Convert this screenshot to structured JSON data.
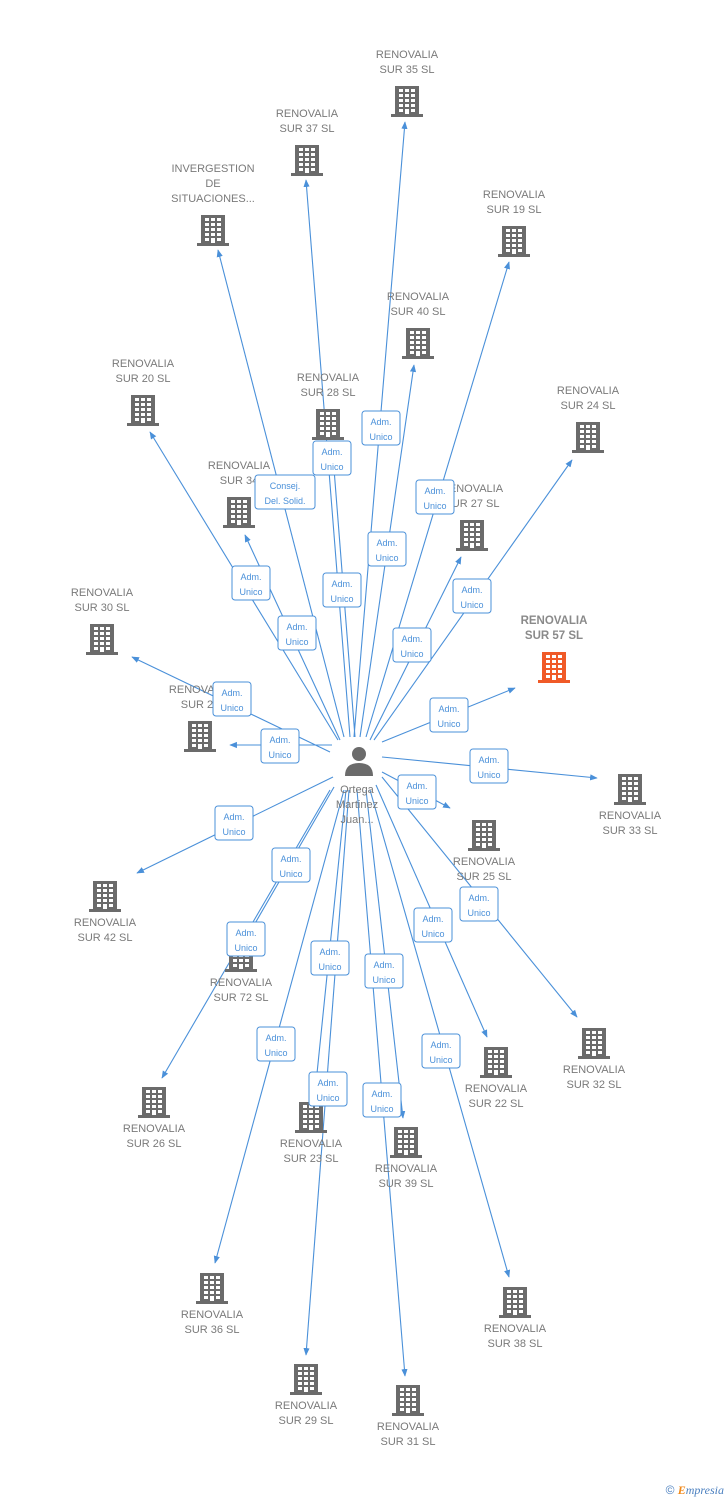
{
  "colors": {
    "edge": "#4a90d9",
    "building": "#6b6b6b",
    "building_highlight": "#f05a28",
    "label": "#7a7a7a"
  },
  "center": {
    "icon": "person-icon",
    "lines": [
      "Ortega",
      "Martinez",
      "Juan..."
    ]
  },
  "companies": [
    {
      "id": "sur35",
      "lines": [
        "RENOVALIA",
        "SUR 35  SL"
      ],
      "label_pos": "above",
      "highlight": false
    },
    {
      "id": "sur37",
      "lines": [
        "RENOVALIA",
        "SUR 37  SL"
      ],
      "label_pos": "above",
      "highlight": false
    },
    {
      "id": "invergestion",
      "lines": [
        "INVERGESTION",
        "DE",
        "SITUACIONES..."
      ],
      "label_pos": "above",
      "highlight": false
    },
    {
      "id": "sur19",
      "lines": [
        "RENOVALIA",
        "SUR 19  SL"
      ],
      "label_pos": "above",
      "highlight": false
    },
    {
      "id": "sur40",
      "lines": [
        "RENOVALIA",
        "SUR 40  SL"
      ],
      "label_pos": "above",
      "highlight": false
    },
    {
      "id": "sur20",
      "lines": [
        "RENOVALIA",
        "SUR 20  SL"
      ],
      "label_pos": "above",
      "highlight": false
    },
    {
      "id": "sur28",
      "lines": [
        "RENOVALIA",
        "SUR 28  SL"
      ],
      "label_pos": "above",
      "highlight": false
    },
    {
      "id": "sur24",
      "lines": [
        "RENOVALIA",
        "SUR 24  SL"
      ],
      "label_pos": "above",
      "highlight": false
    },
    {
      "id": "sur34",
      "lines": [
        "RENOVALIA",
        "SUR 34"
      ],
      "label_pos": "above",
      "highlight": false
    },
    {
      "id": "sur27",
      "lines": [
        "RENOVALIA",
        "SUR 27  SL"
      ],
      "label_pos": "above",
      "highlight": false
    },
    {
      "id": "sur30",
      "lines": [
        "RENOVALIA",
        "SUR 30  SL"
      ],
      "label_pos": "above",
      "highlight": false
    },
    {
      "id": "sur57",
      "lines": [
        "RENOVALIA",
        "SUR 57  SL"
      ],
      "label_pos": "above",
      "highlight": true
    },
    {
      "id": "sur21",
      "lines": [
        "RENOVALIA",
        "SUR 21"
      ],
      "label_pos": "above",
      "highlight": false
    },
    {
      "id": "sur33",
      "lines": [
        "RENOVALIA",
        "SUR 33  SL"
      ],
      "label_pos": "below",
      "highlight": false
    },
    {
      "id": "sur25",
      "lines": [
        "RENOVALIA",
        "SUR 25  SL"
      ],
      "label_pos": "below",
      "highlight": false
    },
    {
      "id": "sur42",
      "lines": [
        "RENOVALIA",
        "SUR 42  SL"
      ],
      "label_pos": "below",
      "highlight": false
    },
    {
      "id": "sur72",
      "lines": [
        "RENOVALIA",
        "SUR 72  SL"
      ],
      "label_pos": "below",
      "highlight": false
    },
    {
      "id": "sur32",
      "lines": [
        "RENOVALIA",
        "SUR 32  SL"
      ],
      "label_pos": "below",
      "highlight": false
    },
    {
      "id": "sur22",
      "lines": [
        "RENOVALIA",
        "SUR 22  SL"
      ],
      "label_pos": "below",
      "highlight": false
    },
    {
      "id": "sur26",
      "lines": [
        "RENOVALIA",
        "SUR 26  SL"
      ],
      "label_pos": "below",
      "highlight": false
    },
    {
      "id": "sur23",
      "lines": [
        "RENOVALIA",
        "SUR 23  SL"
      ],
      "label_pos": "below",
      "highlight": false
    },
    {
      "id": "sur39",
      "lines": [
        "RENOVALIA",
        "SUR 39  SL"
      ],
      "label_pos": "below",
      "highlight": false
    },
    {
      "id": "sur36",
      "lines": [
        "RENOVALIA",
        "SUR 36  SL"
      ],
      "label_pos": "below",
      "highlight": false
    },
    {
      "id": "sur38",
      "lines": [
        "RENOVALIA",
        "SUR 38  SL"
      ],
      "label_pos": "below",
      "highlight": false
    },
    {
      "id": "sur29",
      "lines": [
        "RENOVALIA",
        "SUR 29  SL"
      ],
      "label_pos": "below",
      "highlight": false
    },
    {
      "id": "sur31",
      "lines": [
        "RENOVALIA",
        "SUR 31  SL"
      ],
      "label_pos": "below",
      "highlight": false
    }
  ],
  "edges": [
    {
      "target": "sur35",
      "role": [
        "Adm.",
        "Unico"
      ]
    },
    {
      "target": "sur37",
      "role": [
        "Consej.",
        "Del. Solid."
      ]
    },
    {
      "target": "invergestion",
      "role": [
        "Adm.",
        "Unico"
      ]
    },
    {
      "target": "sur19",
      "role": [
        "Adm.",
        "Unico"
      ]
    },
    {
      "target": "sur40",
      "role": [
        "Adm.",
        "Unico"
      ]
    },
    {
      "target": "sur20",
      "role": [
        "Adm.",
        "Unico"
      ]
    },
    {
      "target": "sur28",
      "role": [
        "Adm.",
        "Unico"
      ]
    },
    {
      "target": "sur24",
      "role": [
        "Adm.",
        "Unico"
      ]
    },
    {
      "target": "sur34",
      "role": [
        "Adm.",
        "Unico"
      ]
    },
    {
      "target": "sur27",
      "role": [
        "Adm.",
        "Unico"
      ]
    },
    {
      "target": "sur30",
      "role": [
        "Adm.",
        "Unico"
      ]
    },
    {
      "target": "sur57",
      "role": [
        "Adm.",
        "Unico"
      ]
    },
    {
      "target": "sur21",
      "role": [
        "Adm.",
        "Unico"
      ]
    },
    {
      "target": "sur33",
      "role": [
        "Adm.",
        "Unico"
      ]
    },
    {
      "target": "sur25",
      "role": [
        "Adm.",
        "Unico"
      ]
    },
    {
      "target": "sur42",
      "role": [
        "Adm.",
        "Unico"
      ]
    },
    {
      "target": "sur72",
      "role": [
        "Adm.",
        "Unico"
      ]
    },
    {
      "target": "sur32",
      "role": [
        "Adm.",
        "Unico"
      ]
    },
    {
      "target": "sur22",
      "role": [
        "Adm.",
        "Unico"
      ]
    },
    {
      "target": "sur26",
      "role": [
        "Adm.",
        "Unico"
      ]
    },
    {
      "target": "sur23",
      "role": [
        "Adm.",
        "Unico"
      ]
    },
    {
      "target": "sur39",
      "role": [
        "Adm.",
        "Unico"
      ]
    },
    {
      "target": "sur36",
      "role": [
        "Adm.",
        "Unico"
      ]
    },
    {
      "target": "sur38",
      "role": [
        "Adm.",
        "Unico"
      ]
    },
    {
      "target": "sur29",
      "role": [
        "Adm.",
        "Unico"
      ]
    },
    {
      "target": "sur31",
      "role": [
        "Adm.",
        "Unico"
      ]
    }
  ],
  "footer": {
    "copyright": "©",
    "brand_initial": "E",
    "brand_rest": "mpresia"
  }
}
